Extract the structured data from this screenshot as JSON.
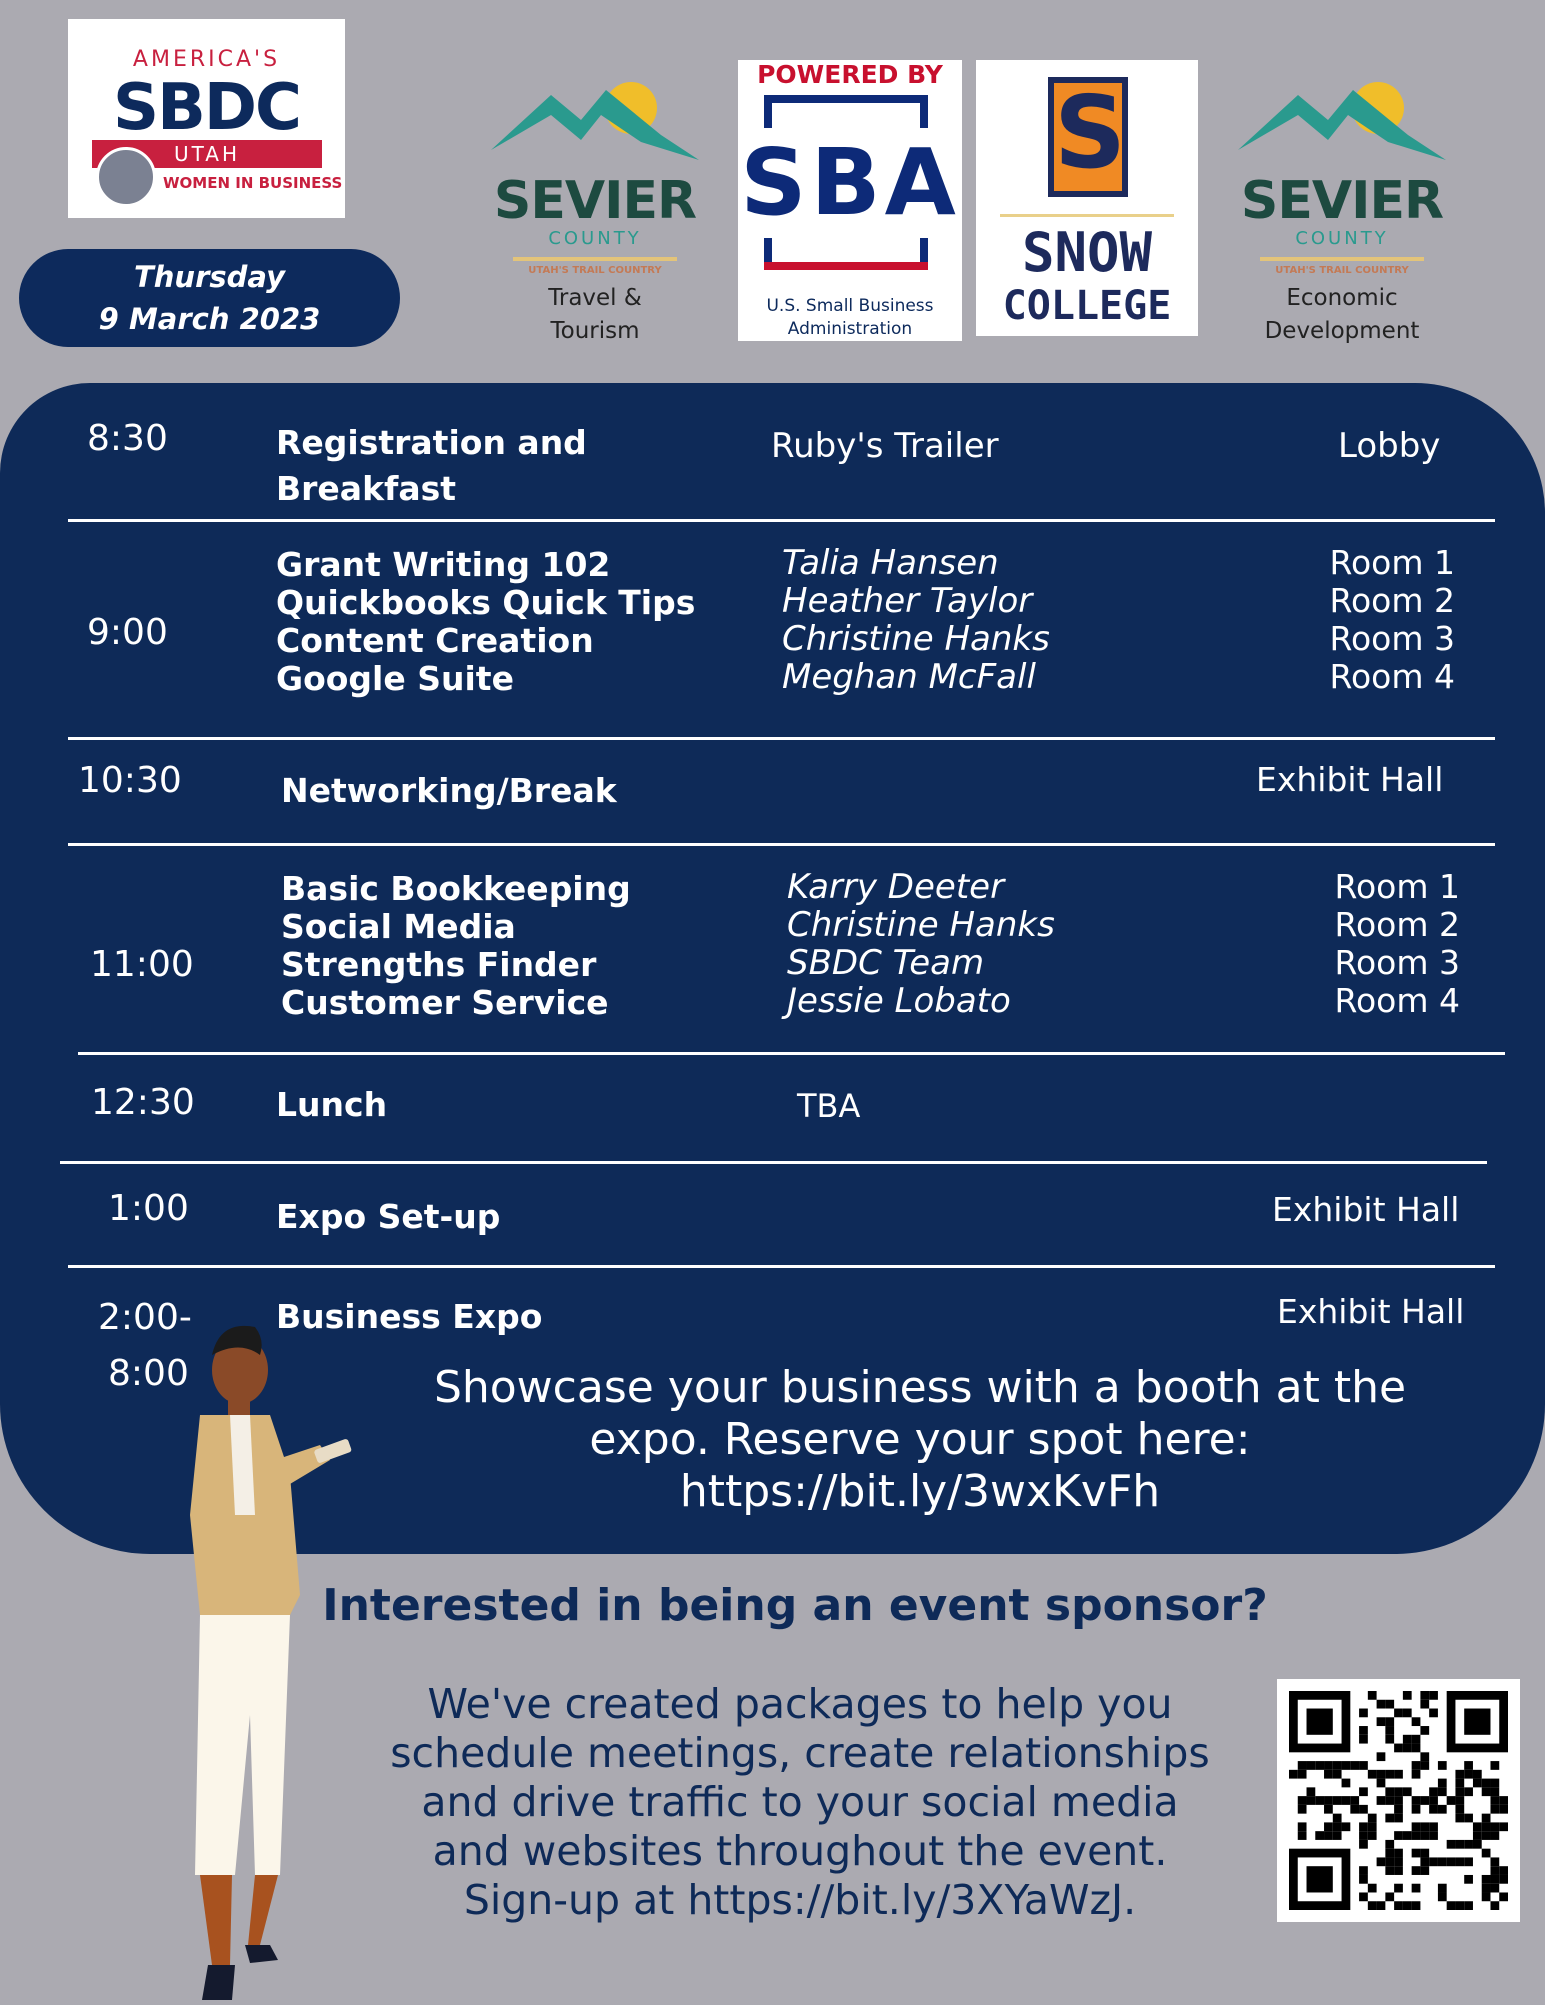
{
  "logos": {
    "sbdc": {
      "line1": "AMERICA'S",
      "line2": "SBDC",
      "line3": "UTAH",
      "line4": "WOMEN IN BUSINESS"
    },
    "sevier_left": {
      "name": "SEVIER",
      "county": "COUNTY",
      "tagline": "UTAH'S TRAIL COUNTRY",
      "caption1": "Travel &",
      "caption2": "Tourism"
    },
    "sba": {
      "powered_by": "POWERED BY",
      "letters": "SBA",
      "caption1": "U.S. Small Business",
      "caption2": "Administration"
    },
    "snow": {
      "letter": "S",
      "line1": "SNOW",
      "line2": "COLLEGE"
    },
    "sevier_right": {
      "name": "SEVIER",
      "county": "COUNTY",
      "tagline": "UTAH'S TRAIL COUNTRY",
      "caption1": "Economic",
      "caption2": "Development"
    }
  },
  "date": {
    "day": "Thursday",
    "date": "9 March 2023"
  },
  "schedule": [
    {
      "time": "8:30",
      "titles": [
        "Registration and",
        "Breakfast"
      ],
      "speakers": [
        "Ruby's Trailer"
      ],
      "rooms": [
        "Lobby"
      ]
    },
    {
      "time": "9:00",
      "titles": [
        "Grant Writing 102",
        "Quickbooks Quick Tips",
        "Content Creation",
        "Google Suite"
      ],
      "speakers": [
        "Talia Hansen",
        "Heather Taylor",
        "Christine Hanks",
        "Meghan McFall"
      ],
      "rooms": [
        "Room 1",
        "Room 2",
        "Room 3",
        "Room 4"
      ]
    },
    {
      "time": "10:30",
      "titles": [
        "Networking/Break"
      ],
      "rooms": [
        "Exhibit Hall"
      ]
    },
    {
      "time": "11:00",
      "titles": [
        "Basic Bookkeeping",
        "Social Media",
        "Strengths Finder",
        "Customer Service"
      ],
      "speakers": [
        "Karry Deeter",
        "Christine Hanks",
        "SBDC Team",
        "Jessie Lobato"
      ],
      "rooms": [
        "Room 1",
        "Room 2",
        "Room 3",
        "Room 4"
      ]
    },
    {
      "time": "12:30",
      "titles": [
        "Lunch"
      ],
      "speakers": [
        "TBA"
      ]
    },
    {
      "time": "1:00",
      "titles": [
        "Expo Set-up"
      ],
      "rooms": [
        "Exhibit Hall"
      ]
    },
    {
      "time_line1": "2:00-",
      "time_line2": "8:00",
      "titles": [
        "Business Expo"
      ],
      "rooms": [
        "Exhibit Hall"
      ]
    }
  ],
  "showcase": [
    "Showcase your business with a booth at the",
    "expo. Reserve your spot here:",
    "https://bit.ly/3wxKvFh"
  ],
  "sponsor": {
    "heading": "Interested in being an event sponsor?",
    "lines": [
      "We've created packages to help you",
      "schedule meetings, create relationships",
      "and drive traffic to your social media",
      "and websites throughout the event.",
      "Sign-up at https://bit.ly/3XYaWzJ."
    ]
  },
  "colors": {
    "navy": "#0e2a58",
    "background": "#abaab1",
    "red": "#c8203f",
    "orange": "#f08a24",
    "teal": "#2a9a8e"
  }
}
